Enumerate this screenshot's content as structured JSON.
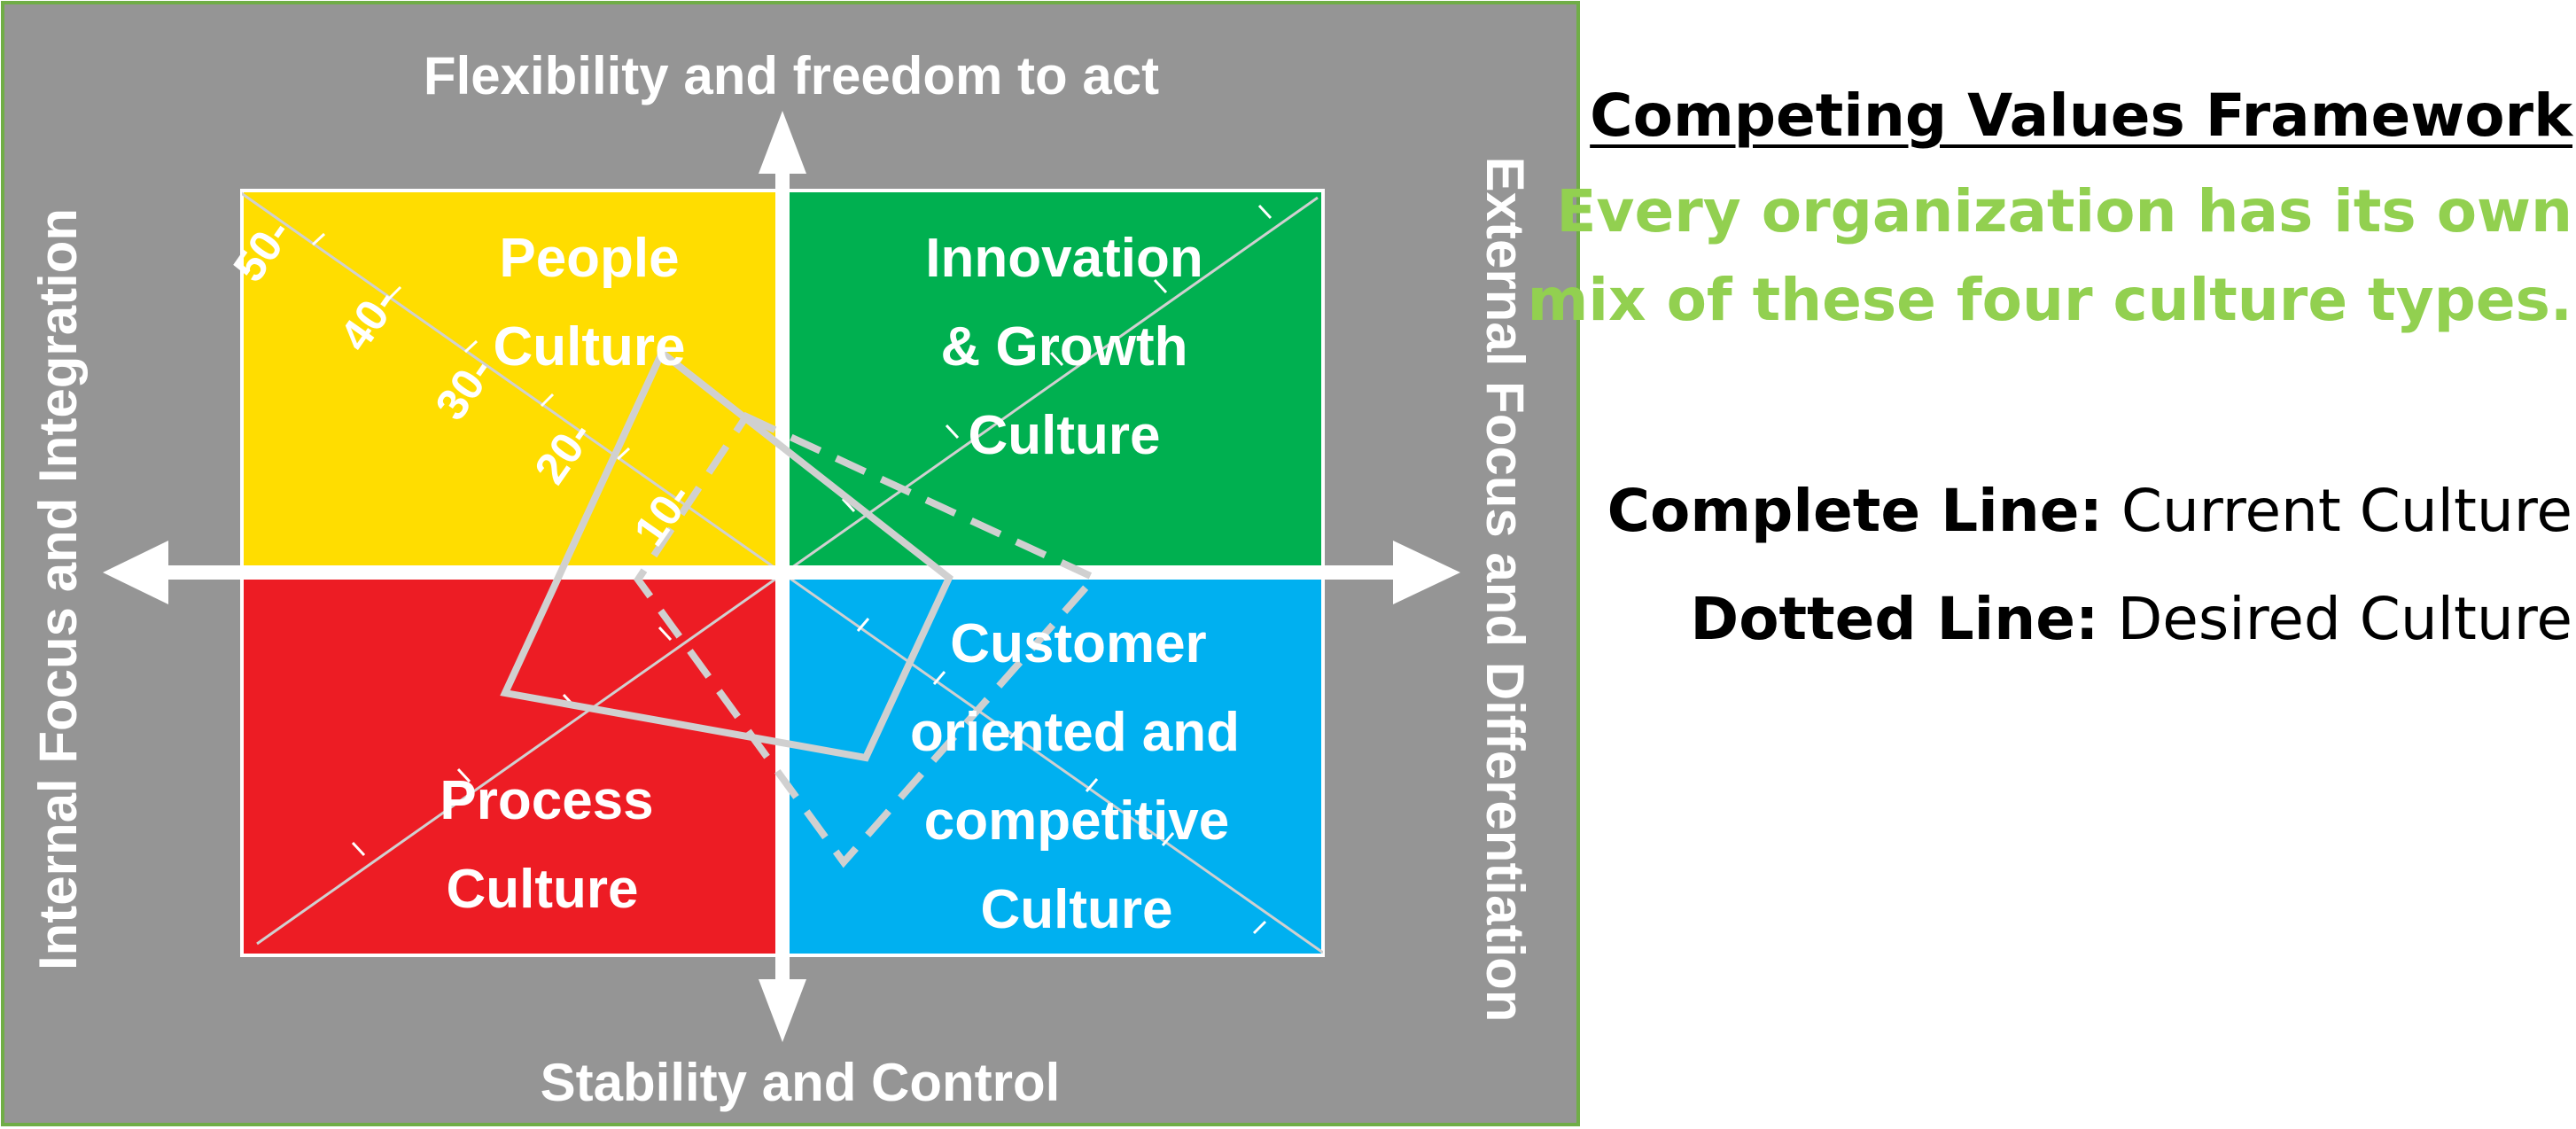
{
  "diagram": {
    "axis_top": "Flexibility and freedom to act",
    "axis_bottom": "Stability and Control",
    "axis_left": "Internal Focus and Integration",
    "axis_right": "External Focus and Differentiation",
    "quadrants": {
      "top_left": {
        "lines": [
          "People",
          "Culture"
        ],
        "color": "#ffdd00"
      },
      "top_right": {
        "lines": [
          "Innovation",
          "& Growth",
          "Culture"
        ],
        "color": "#00b050"
      },
      "bottom_left": {
        "lines": [
          "Process",
          "Culture"
        ],
        "color": "#ed1c24"
      },
      "bottom_right": {
        "lines": [
          "Customer",
          "oriented and",
          "competitive",
          "Culture"
        ],
        "color": "#00b0f0"
      }
    },
    "scale_ticks": [
      "10-",
      "20-",
      "30-",
      "40-",
      "50-"
    ],
    "background_color": "#959595",
    "border_color": "#70ad47",
    "line_color": "#d0d0d0"
  },
  "side_panel": {
    "title": "Competing Values Framework",
    "subtitle_line_1": "Every organization has its own",
    "subtitle_line_2": "mix of these four culture types.",
    "subtitle_color": "#92d050",
    "legend": [
      {
        "key": "Complete Line:",
        "value": "Current Culture"
      },
      {
        "key": "Dotted Line:",
        "value": "Desired Culture"
      }
    ]
  }
}
